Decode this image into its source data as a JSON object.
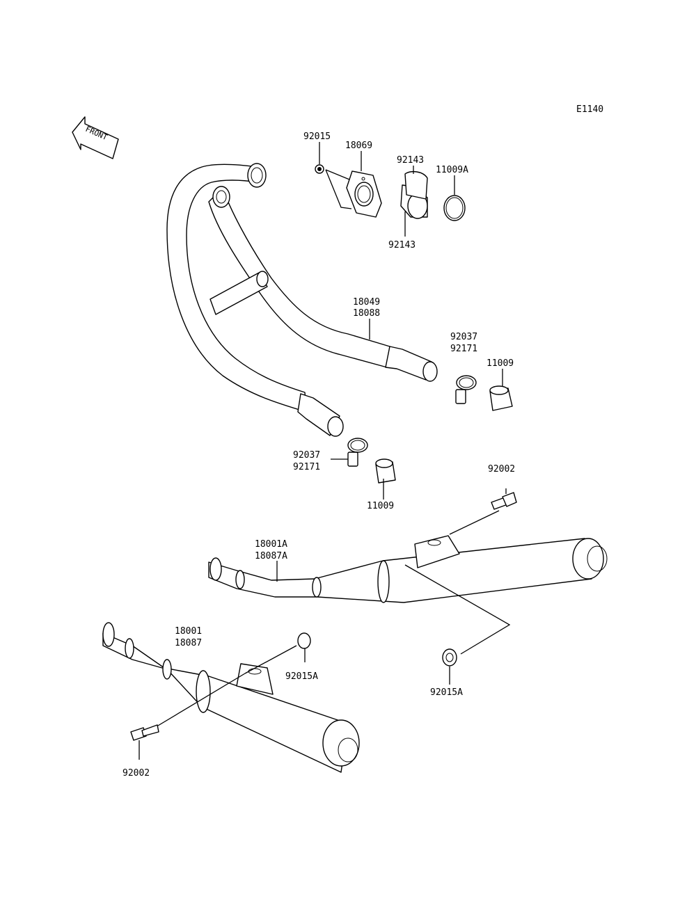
{
  "diagram_code": "E1140",
  "front_arrow_label": "FRONT",
  "labels": {
    "p92015": "92015",
    "p18069": "18069",
    "p92143_top": "92143",
    "p11009A": "11009A",
    "p92143_bottom": "92143",
    "p18049": "18049",
    "p18088": "18088",
    "p92037_r": "92037",
    "p92171_r": "92171",
    "p11009_r": "11009",
    "p92037_l": "92037",
    "p92171_l": "92171",
    "p11009_l": "11009",
    "p92002_top": "92002",
    "p18001A": "18001A",
    "p18087A": "18087A",
    "p18001": "18001",
    "p18087": "18087",
    "p92015A_l": "92015A",
    "p92015A_r": "92015A",
    "p92002_bottom": "92002"
  }
}
